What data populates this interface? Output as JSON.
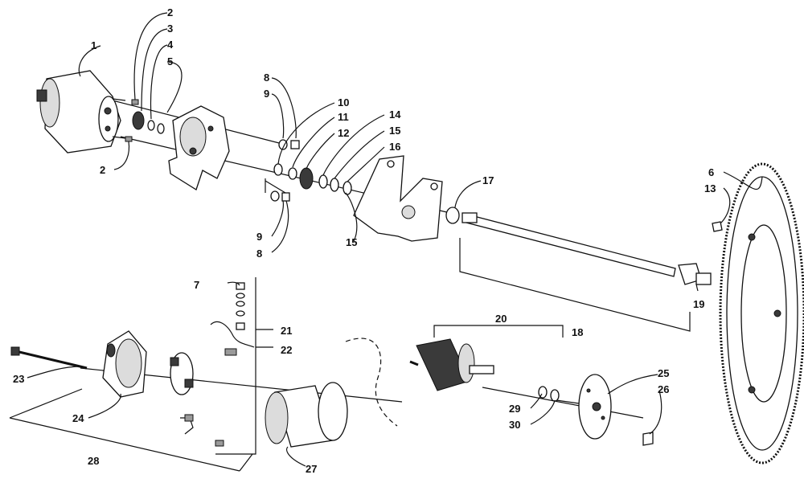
{
  "callouts": {
    "c1": "1",
    "c2a": "2",
    "c2b": "2",
    "c3": "3",
    "c4": "4",
    "c5": "5",
    "c6": "6",
    "c7": "7",
    "c8a": "8",
    "c8b": "8",
    "c9a": "9",
    "c9b": "9",
    "c10": "10",
    "c11": "11",
    "c12": "12",
    "c13": "13",
    "c14": "14",
    "c15a": "15",
    "c15b": "15",
    "c16": "16",
    "c17": "17",
    "c18": "18",
    "c19": "19",
    "c20": "20",
    "c21": "21",
    "c22": "22",
    "c23": "23",
    "c24": "24",
    "c25": "25",
    "c26": "26",
    "c27": "27",
    "c28": "28",
    "c29": "29",
    "c30": "30"
  }
}
